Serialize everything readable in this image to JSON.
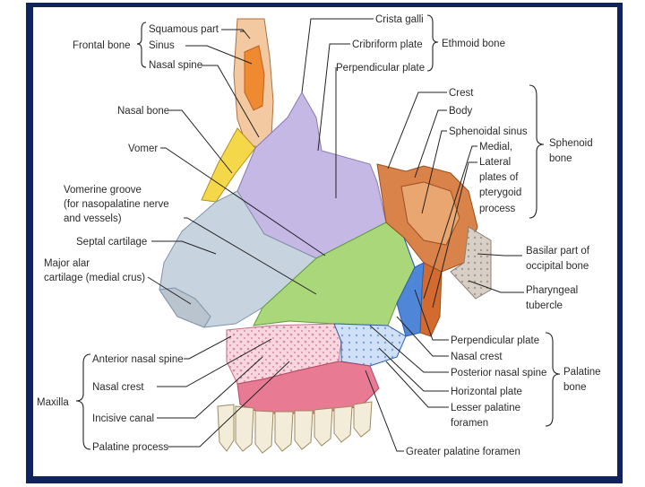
{
  "colors": {
    "frame": "#10235c",
    "frontal": "#f4a64a",
    "nasal_bone": "#f4d84a",
    "ethmoid": "#c6b8e4",
    "vomer": "#a9d77a",
    "cartilage": "#c7d3df",
    "sphenoid": "#d9824a",
    "occipital": "#cfc6bb",
    "maxilla": "#f2b8c8",
    "palatine": "#4f86d8",
    "gum": "#e87a94",
    "teeth": "#f3ecd8"
  },
  "labels": {
    "squamous_part": "Squamous part",
    "sinus": "Sinus",
    "nasal_spine": "Nasal spine",
    "frontal_bone": "Frontal bone",
    "nasal_bone": "Nasal bone",
    "vomer": "Vomer",
    "vomerine_groove_1": "Vomerine groove",
    "vomerine_groove_2": "(for nasopalatine nerve",
    "vomerine_groove_3": "and vessels)",
    "septal_cartilage": "Septal cartilage",
    "major_alar_1": "Major alar",
    "major_alar_2": "cartilage (medial crus)",
    "anterior_nasal_spine": "Anterior nasal spine",
    "nasal_crest_maxilla": "Nasal crest",
    "maxilla": "Maxilla",
    "incisive_canal": "Incisive canal",
    "palatine_process": "Palatine process",
    "crista_galli": "Crista galli",
    "cribriform_plate": "Cribriform plate",
    "ethmoid_bone": "Ethmoid bone",
    "perpendicular_plate_ethmoid": "Perpendicular plate",
    "crest": "Crest",
    "body": "Body",
    "sphenoidal_sinus": "Sphenoidal sinus",
    "pterygoid_1": "Medial,",
    "pterygoid_2": "Lateral",
    "pterygoid_3": "plates of",
    "pterygoid_4": "pterygoid",
    "pterygoid_5": "process",
    "sphenoid_1": "Sphenoid",
    "sphenoid_2": "bone",
    "basilar_1": "Basilar part of",
    "basilar_2": "occipital bone",
    "pharyngeal_1": "Pharyngeal",
    "pharyngeal_2": "tubercle",
    "perpendicular_plate_palatine": "Perpendicular plate",
    "nasal_crest_palatine": "Nasal crest",
    "posterior_nasal_spine": "Posterior nasal spine",
    "horizontal_plate": "Horizontal plate",
    "lesser_palatine_1": "Lesser palatine",
    "lesser_palatine_2": "foramen",
    "palatine_1": "Palatine",
    "palatine_2": "bone",
    "greater_palatine_foramen": "Greater palatine foramen"
  }
}
